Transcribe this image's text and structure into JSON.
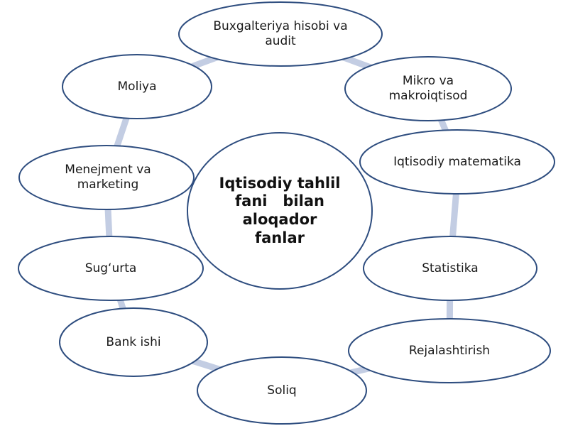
{
  "center": {
    "label": "Iqtisodiy tahlil fani   bilan aloqador fanlar"
  },
  "nodes": [
    {
      "id": "buxgalteriya",
      "label": "Buxgalteriya hisobi va audit"
    },
    {
      "id": "mikro",
      "label": "Mikro va makroiqtisod"
    },
    {
      "id": "matematika",
      "label": "Iqtisodiy matematika"
    },
    {
      "id": "statistika",
      "label": "Statistika"
    },
    {
      "id": "rejalashtirish",
      "label": "Rejalashtirish"
    },
    {
      "id": "soliq",
      "label": "Soliq"
    },
    {
      "id": "bank",
      "label": "Bank ishi"
    },
    {
      "id": "sugurta",
      "label": "Sug‘urta"
    },
    {
      "id": "menejment",
      "label": "Menejment va marketing"
    },
    {
      "id": "moliya",
      "label": "Moliya"
    }
  ],
  "colors": {
    "ring": "#c3cde3",
    "outline": "#2e4d7f"
  }
}
